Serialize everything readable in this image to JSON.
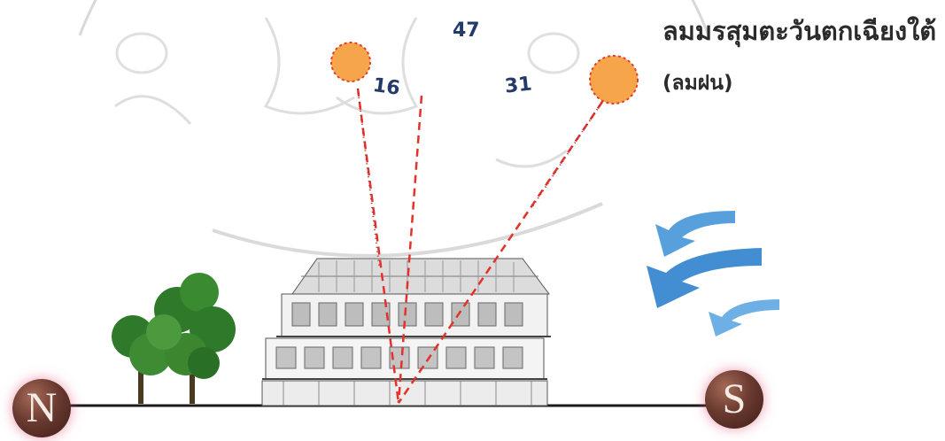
{
  "title": "ลมมรสุมตะวันตกเฉียงใต้",
  "subtitle": "(ลมฝน)",
  "sun_angles": [
    "16",
    "47",
    "31"
  ],
  "compass": {
    "north": "N",
    "south": "S"
  },
  "colors": {
    "sun_fill": "#f7a54a",
    "sun_outline": "#e0402a",
    "sun_ray": "#e3322b",
    "wind_arrow": "#3a8fd6",
    "tree_green": "#2f7a2a",
    "cap_brown": "#6a3a30",
    "ground_line": "#1b1b1b",
    "watermark": "#d4d4d4"
  },
  "icons": [
    "sun-icon",
    "wind-arrow-icon",
    "tree-icon",
    "house-elevation-drawing",
    "watermark-seal"
  ]
}
